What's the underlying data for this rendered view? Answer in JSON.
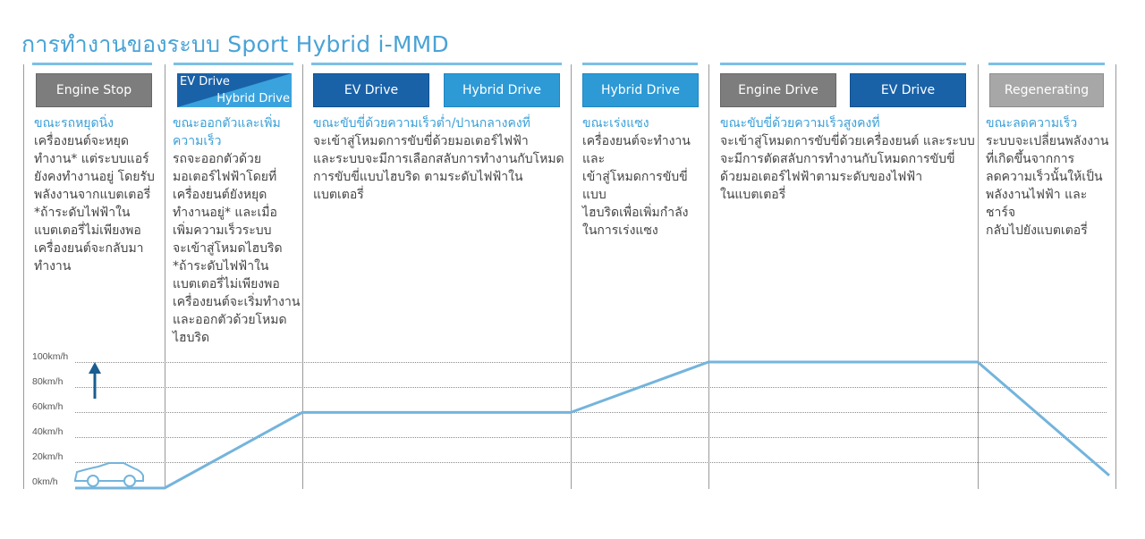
{
  "title": "การทำงานของระบบ Sport Hybrid i-MMD",
  "colors": {
    "accent": "#4aa3d6",
    "dark_blue": "#1a62a8",
    "light_blue": "#2d9ad6",
    "gray": "#7d7d7d",
    "line": "#74b4dc"
  },
  "modes": {
    "m1": {
      "button": "Engine Stop",
      "heading": "ขณะรถหยุดนิ่ง",
      "body": "เครื่องยนต์จะหยุด\nทำงาน* แต่ระบบแอร์\nยังคงทำงานอยู่ โดยรับ\nพลังงานจากแบตเตอรี่\n*ถ้าระดับไฟฟ้าใน\nแบตเตอรี่ไม่เพียงพอ\nเครื่องยนต์จะกลับมา\nทำงาน"
    },
    "m2": {
      "button_a": "EV Drive",
      "button_b": "Hybrid Drive",
      "heading": "ขณะออกตัวและเพิ่ม\nความเร็ว",
      "body": "รถจะออกตัวด้วย\nมอเตอร์ไฟฟ้าโดยที่\nเครื่องยนต์ยังหยุด\nทำงานอยู่* และเมื่อ\nเพิ่มความเร็วระบบ\nจะเข้าสู่โหมดไฮบริด\n*ถ้าระดับไฟฟ้าใน\nแบตเตอรี่ไม่เพียงพอ\nเครื่องยนต์จะเริ่มทำงาน\nและออกตัวด้วยโหมด\nไฮบริด"
    },
    "m3": {
      "button_a": "EV Drive",
      "button_b": "Hybrid Drive",
      "heading": "ขณะขับขี่ด้วยความเร็วต่ำ/ปานกลางคงที่",
      "body": "จะเข้าสู่โหมดการขับขี่ด้วยมอเตอร์ไฟฟ้า\nและระบบจะมีการเลือกสลับการทำงานกับโหมด\nการขับขี่แบบไฮบริด ตามระดับไฟฟ้าในแบตเตอรี่"
    },
    "m4": {
      "button": "Hybrid Drive",
      "heading": "ขณะเร่งแซง",
      "body": "เครื่องยนต์จะทำงานและ\nเข้าสู่โหมดการขับขี่แบบ\nไฮบริดเพื่อเพิ่มกำลัง\nในการเร่งแซง"
    },
    "m5": {
      "button_a": "Engine Drive",
      "button_b": "EV Drive",
      "heading": "ขณะขับขี่ด้วยความเร็วสูงคงที่",
      "body": "จะเข้าสู่โหมดการขับขี่ด้วยเครื่องยนต์ และระบบ\nจะมีการตัดสลับการทำงานกับโหมดการขับขี่\nด้วยมอเตอร์ไฟฟ้าตามระดับของไฟฟ้า\nในแบตเตอรี่"
    },
    "m6": {
      "button": "Regenerating",
      "heading": "ขณะลดความเร็ว",
      "body": "ระบบจะเปลี่ยนพลังงาน\nที่เกิดขึ้นจากการ\nลดความเร็วนั้นให้เป็น\nพลังงานไฟฟ้า และชาร์จ\nกลับไปยังแบตเตอรี่"
    }
  },
  "chart_data": {
    "type": "line",
    "ylabels": [
      "100km/h",
      "80km/h",
      "60km/h",
      "40km/h",
      "20km/h",
      "0km/h"
    ],
    "ylim": [
      0,
      100
    ],
    "y_unit": "km/h",
    "grid": true,
    "speed_profile": [
      {
        "phase": 1,
        "speed": 0
      },
      {
        "phase": 2,
        "speed_start": 0,
        "speed_end": 60
      },
      {
        "phase": 3,
        "speed": 60
      },
      {
        "phase": 4,
        "speed_start": 60,
        "speed_end": 100
      },
      {
        "phase": 5,
        "speed": 100
      },
      {
        "phase": 6,
        "speed_start": 100,
        "speed_end": 10
      }
    ],
    "icons": [
      "up-arrow-icon",
      "car-icon"
    ]
  }
}
